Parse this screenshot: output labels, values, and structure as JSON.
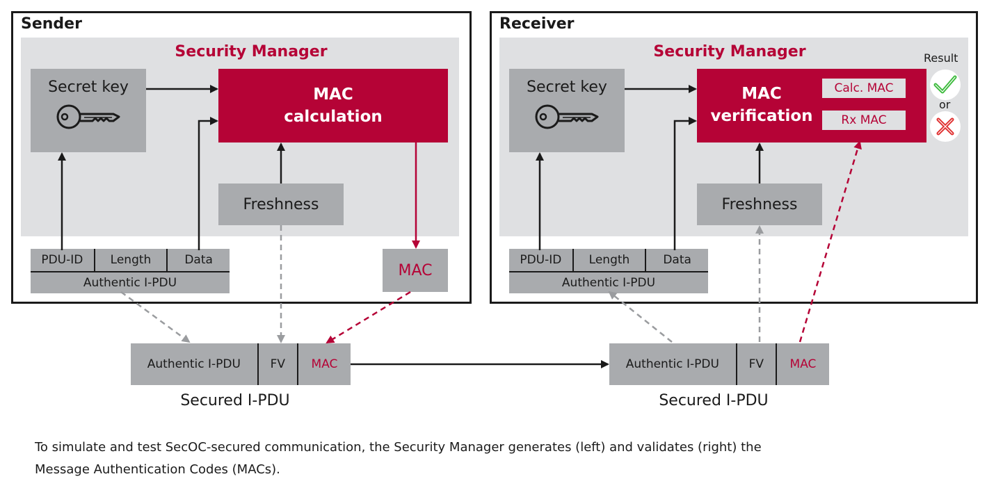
{
  "sender": {
    "title": "Sender",
    "security_manager": "Security Manager",
    "secret_key": "Secret key",
    "mac_calc_line1": "MAC",
    "mac_calc_line2": "calculation",
    "freshness": "Freshness",
    "pdu_fields": [
      "PDU-ID",
      "Length",
      "Data"
    ],
    "authentic_pdu": "Authentic I-PDU",
    "mac": "MAC"
  },
  "receiver": {
    "title": "Receiver",
    "security_manager": "Security Manager",
    "secret_key": "Secret key",
    "mac_ver_line1": "MAC",
    "mac_ver_line2": "verification",
    "calc_mac": "Calc. MAC",
    "rx_mac": "Rx MAC",
    "result": "Result",
    "or": "or",
    "freshness": "Freshness",
    "pdu_fields": [
      "PDU-ID",
      "Length",
      "Data"
    ],
    "authentic_pdu": "Authentic I-PDU"
  },
  "secured_pdu_left": {
    "fields": [
      "Authentic I-PDU",
      "FV",
      "MAC"
    ],
    "label": "Secured I-PDU"
  },
  "secured_pdu_right": {
    "fields": [
      "Authentic I-PDU",
      "FV",
      "MAC"
    ],
    "label": "Secured I-PDU"
  },
  "caption": {
    "line1": "To simulate and test SecOC-secured communication, the Security Manager generates (left) and validates (right) the",
    "line2": "Message Authentication Codes (MACs)."
  },
  "colors": {
    "accent": "#b50336",
    "gray_box": "#a9abae",
    "panel": "#dfe0e2",
    "ok": "#3dbb3d",
    "fail": "#e03030"
  },
  "icons": {
    "key": "key-icon",
    "ok": "check-icon",
    "fail": "cross-icon"
  }
}
